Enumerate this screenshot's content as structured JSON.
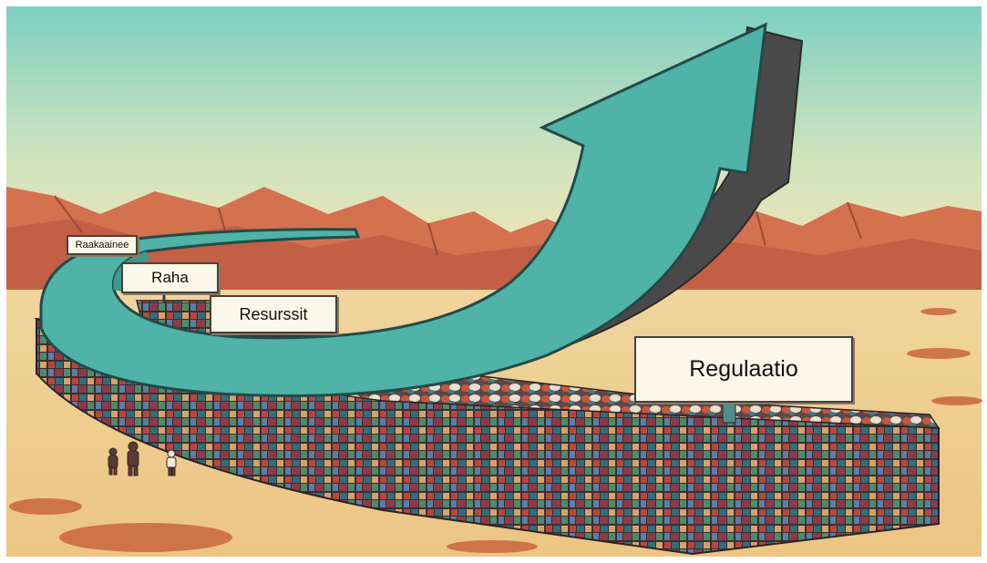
{
  "image": {
    "signs": {
      "raaka_aineet": "Raakaainee",
      "raha": "Raha",
      "resurssit": "Resurssit",
      "regulaatio": "Regulaatio"
    },
    "colors": {
      "sky_top": "#7ecfc2",
      "sky_bottom": "#f6e6b4",
      "mountains": "#d4714f",
      "desert": "#f1cf8f",
      "arrow": "#4fb3a7",
      "arrow_shadow": "#4a4a4a"
    }
  }
}
